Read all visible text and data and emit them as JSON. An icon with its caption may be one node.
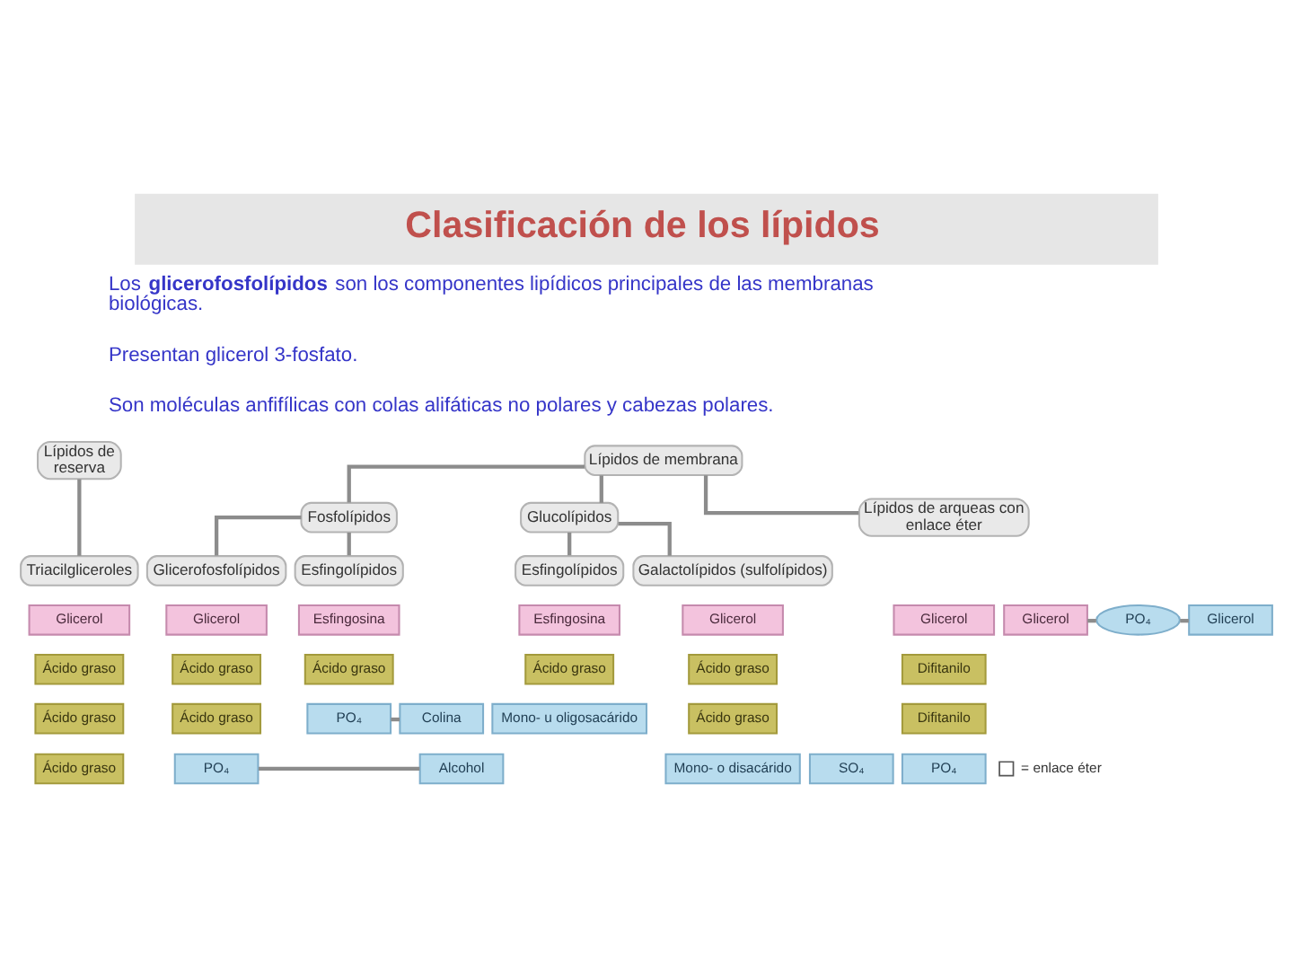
{
  "diagram": {
    "title": "Clasificación de los lípidos",
    "nodes": [
      {
        "text": [
          "Lípidos de reserva"
        ]
      },
      {
        "text": [
          "Lípidos de membrana"
        ]
      },
      {
        "text": [
          "Fosfolípidos"
        ]
      },
      {
        "text": [
          "Glucolípidos"
        ]
      },
      {
        "text": [
          "Lípidos de arqueas con enlace éter"
        ]
      },
      {
        "text": [
          "Triacilgliceroles"
        ]
      },
      {
        "text": [
          "Glicerofosfolípidos"
        ]
      },
      {
        "text": [
          "Esfingolípidos"
        ]
      },
      {
        "text": [
          "Esfingolípidos"
        ]
      },
      {
        "text": [
          "Galactolípidos (sulfolípidos)"
        ]
      },
      {
        "text": [
          "Glicerol"
        ]
      },
      {
        "text": [
          "Glicerol"
        ]
      },
      {
        "text": [
          "Esfingosina"
        ]
      },
      {
        "text": [
          "Esfingosina"
        ]
      },
      {
        "text": [
          "Glicerol"
        ]
      },
      {
        "text": [
          "Glicerol"
        ]
      },
      {
        "text": [
          "Glicerol"
        ]
      },
      {
        "text": [
          "PO₄"
        ]
      },
      {
        "text": [
          "Glicerol"
        ]
      },
      {
        "text": [
          "Ácido graso"
        ]
      },
      {
        "text": [
          "Ácido graso"
        ]
      },
      {
        "text": [
          "Ácido graso"
        ]
      },
      {
        "text": [
          "Ácido graso"
        ]
      },
      {
        "text": [
          "Ácido graso"
        ]
      },
      {
        "text": [
          "Difitanilo"
        ]
      },
      {
        "text": [
          "Ácido graso"
        ]
      },
      {
        "text": [
          "Ácido graso"
        ]
      },
      {
        "text": [
          "PO₄"
        ]
      },
      {
        "text": [
          "Colina"
        ]
      },
      {
        "text": [
          "Mono- u oligosacárido"
        ]
      },
      {
        "text": [
          "Ácido graso"
        ]
      },
      {
        "text": [
          "Difitanilo"
        ]
      },
      {
        "text": [
          "Ácido graso"
        ]
      },
      {
        "text": [
          "PO₄"
        ]
      },
      {
        "text": [
          "Alcohol"
        ]
      },
      {
        "text": [
          "Mono- o disacárido"
        ]
      },
      {
        "text": [
          "SO₄"
        ]
      },
      {
        "text": [
          "PO₄"
        ]
      }
    ],
    "edges": [
      {
        "from": 0,
        "to": 5,
        "arrow": "none"
      },
      {
        "from": 1,
        "to": 2,
        "arrow": "none"
      },
      {
        "from": 1,
        "to": 3,
        "arrow": "none"
      },
      {
        "from": 1,
        "to": 4,
        "arrow": "none"
      },
      {
        "from": 2,
        "to": 6,
        "arrow": "none"
      },
      {
        "from": 2,
        "to": 7,
        "arrow": "none"
      },
      {
        "from": 3,
        "to": 8,
        "arrow": "none"
      },
      {
        "from": 3,
        "to": 9,
        "arrow": "none"
      },
      {
        "from": 33,
        "to": 34,
        "arrow": "none"
      },
      {
        "from": 27,
        "to": 28,
        "arrow": "none"
      },
      {
        "from": 16,
        "to": 17,
        "arrow": "none"
      },
      {
        "from": 17,
        "to": 18,
        "arrow": "none"
      }
    ],
    "labels": [
      "Los **glicerofosfolípidos** son los componentes lipídicos principales de las membranas biológicas.",
      "Presentan glicerol 3-fosfato.",
      "Son moléculas anfifílicas con colas alifáticas no polares y cabezas polares."
    ],
    "legend": [
      {
        "text": "= enlace éter"
      }
    ]
  }
}
